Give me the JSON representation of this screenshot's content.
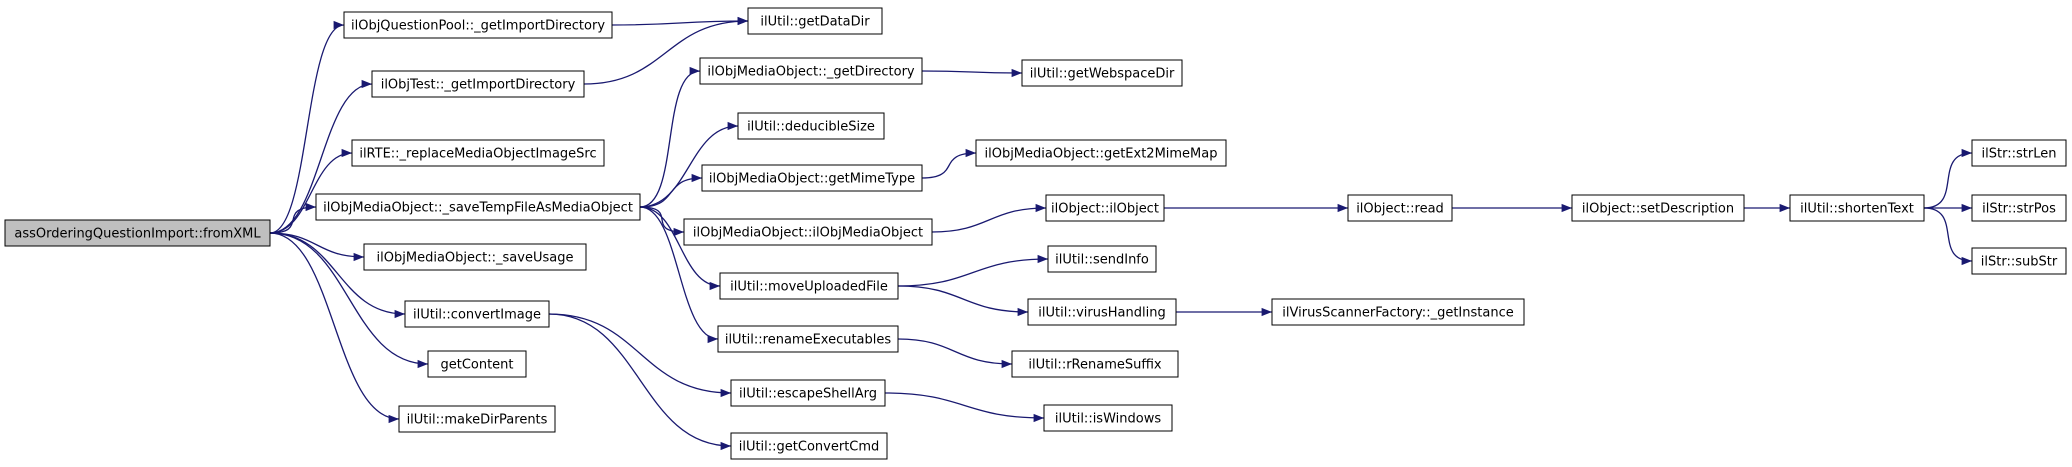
{
  "graph": {
    "colors": {
      "edge": "#191970",
      "node_border": "#000000",
      "node_fill": "#ffffff",
      "root_fill": "#bfbfbf",
      "background": "#ffffff"
    },
    "nodes": {
      "root": "assOrderingQuestionImport::fromXML",
      "qp_getImportDirectory": "ilObjQuestionPool::_getImportDirectory",
      "getDataDir": "ilUtil::getDataDir",
      "test_getImportDirectory": "ilObjTest::_getImportDirectory",
      "rte_replaceMediaObjectImageSrc": "ilRTE::_replaceMediaObjectImageSrc",
      "saveTempFileAsMediaObject": "ilObjMediaObject::_saveTempFileAsMediaObject",
      "saveUsage": "ilObjMediaObject::_saveUsage",
      "convertImage": "ilUtil::convertImage",
      "getContent": "getContent",
      "makeDirParents": "ilUtil::makeDirParents",
      "mo_getDirectory": "ilObjMediaObject::_getDirectory",
      "getWebspaceDir": "ilUtil::getWebspaceDir",
      "deducibleSize": "ilUtil::deducibleSize",
      "getMimeType": "ilObjMediaObject::getMimeType",
      "getExt2MimeMap": "ilObjMediaObject::getExt2MimeMap",
      "mo_constructor": "ilObjMediaObject::ilObjMediaObject",
      "ilObject_constructor": "ilObject::ilObject",
      "ilObject_read": "ilObject::read",
      "setDescription": "ilObject::setDescription",
      "shortenText": "ilUtil::shortenText",
      "strLen": "ilStr::strLen",
      "strPos": "ilStr::strPos",
      "subStr": "ilStr::subStr",
      "moveUploadedFile": "ilUtil::moveUploadedFile",
      "sendInfo": "ilUtil::sendInfo",
      "virusHandling": "ilUtil::virusHandling",
      "getInstance": "ilVirusScannerFactory::_getInstance",
      "renameExecutables": "ilUtil::renameExecutables",
      "rRenameSuffix": "ilUtil::rRenameSuffix",
      "escapeShellArg": "ilUtil::escapeShellArg",
      "isWindows": "ilUtil::isWindows",
      "getConvertCmd": "ilUtil::getConvertCmd"
    }
  }
}
